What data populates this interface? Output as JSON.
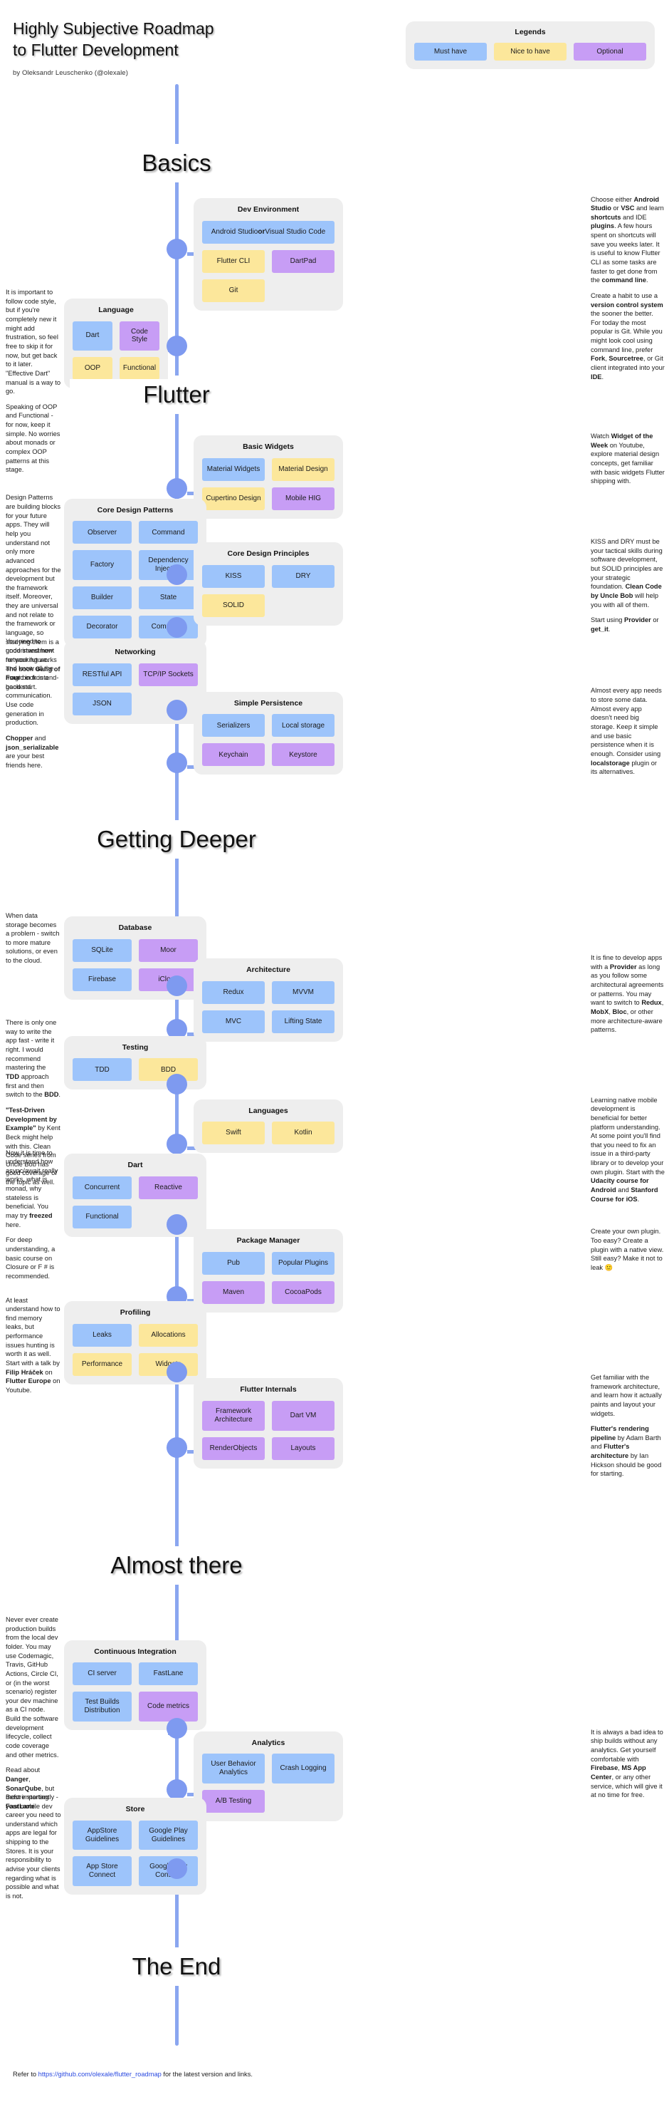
{
  "header": {
    "title": "Highly Subjective Roadmap to Flutter Development",
    "byline": "by Oleksandr Leuschenko (@olexale)"
  },
  "legend": {
    "title": "Legends",
    "items": [
      {
        "label": "Must have",
        "color": "#9DC4FB"
      },
      {
        "label": "Nice to have",
        "color": "#FCE79B"
      },
      {
        "label": "Optional",
        "color": "#C79DF5"
      }
    ]
  },
  "colors": {
    "must": "#9DC4FB",
    "nice": "#FCE79B",
    "optional": "#C79DF5",
    "card_bg": "#eeeeee",
    "spine": "#8AA6F0",
    "node": "#7E9AF0",
    "link": "#2b4ae0"
  },
  "sections": [
    {
      "name": "basics",
      "label": "Basics"
    },
    {
      "name": "flutter",
      "label": "Flutter"
    },
    {
      "name": "deeper",
      "label": "Getting Deeper"
    },
    {
      "name": "almost",
      "label": "Almost there"
    },
    {
      "name": "end",
      "label": "The End"
    }
  ],
  "cards": {
    "dev_environment": {
      "title": "Dev Environment",
      "chips": [
        {
          "label": "Android Studio or Visual Studio Code",
          "level": "must",
          "span": 2,
          "bold": "or"
        },
        {
          "label": "Flutter CLI",
          "level": "nice"
        },
        {
          "label": "DartPad",
          "level": "optional"
        },
        {
          "label": "Git",
          "level": "nice"
        }
      ]
    },
    "language": {
      "title": "Language",
      "chips": [
        {
          "label": "Dart",
          "level": "must"
        },
        {
          "label": "Code Style",
          "level": "optional"
        },
        {
          "label": "OOP",
          "level": "nice"
        },
        {
          "label": "Functional",
          "level": "nice"
        }
      ]
    },
    "basic_widgets": {
      "title": "Basic Widgets",
      "chips": [
        {
          "label": "Material Widgets",
          "level": "must"
        },
        {
          "label": "Material Design",
          "level": "nice"
        },
        {
          "label": "Cupertino Design",
          "level": "nice"
        },
        {
          "label": "Mobile HIG",
          "level": "optional"
        }
      ]
    },
    "core_design_patterns": {
      "title": "Core Design Patterns",
      "chips": [
        {
          "label": "Observer",
          "level": "must"
        },
        {
          "label": "Command",
          "level": "must"
        },
        {
          "label": "Factory",
          "level": "must"
        },
        {
          "label": "Dependency Injection",
          "level": "must"
        },
        {
          "label": "Builder",
          "level": "must"
        },
        {
          "label": "State",
          "level": "must"
        },
        {
          "label": "Decorator",
          "level": "must"
        },
        {
          "label": "Composite",
          "level": "must"
        }
      ]
    },
    "core_design_principles": {
      "title": "Core Design Principles",
      "chips": [
        {
          "label": "KISS",
          "level": "must"
        },
        {
          "label": "DRY",
          "level": "must"
        },
        {
          "label": "SOLID",
          "level": "nice"
        }
      ]
    },
    "networking": {
      "title": "Networking",
      "chips": [
        {
          "label": "RESTful API",
          "level": "must"
        },
        {
          "label": "TCP/IP Sockets",
          "level": "optional"
        },
        {
          "label": "JSON",
          "level": "must"
        }
      ]
    },
    "simple_persistence": {
      "title": "Simple Persistence",
      "chips": [
        {
          "label": "Serializers",
          "level": "must"
        },
        {
          "label": "Local storage",
          "level": "must"
        },
        {
          "label": "Keychain",
          "level": "optional"
        },
        {
          "label": "Keystore",
          "level": "optional"
        }
      ]
    },
    "database": {
      "title": "Database",
      "chips": [
        {
          "label": "SQLite",
          "level": "must"
        },
        {
          "label": "Moor",
          "level": "optional"
        },
        {
          "label": "Firebase",
          "level": "must"
        },
        {
          "label": "iCloud",
          "level": "optional"
        }
      ]
    },
    "architecture": {
      "title": "Architecture",
      "chips": [
        {
          "label": "Redux",
          "level": "must"
        },
        {
          "label": "MVVM",
          "level": "must"
        },
        {
          "label": "MVC",
          "level": "must"
        },
        {
          "label": "Lifting State",
          "level": "must"
        }
      ]
    },
    "testing": {
      "title": "Testing",
      "chips": [
        {
          "label": "TDD",
          "level": "must"
        },
        {
          "label": "BDD",
          "level": "nice"
        }
      ]
    },
    "languages": {
      "title": "Languages",
      "chips": [
        {
          "label": "Swift",
          "level": "nice"
        },
        {
          "label": "Kotlin",
          "level": "nice"
        }
      ]
    },
    "dart": {
      "title": "Dart",
      "chips": [
        {
          "label": "Concurrent",
          "level": "must"
        },
        {
          "label": "Reactive",
          "level": "optional"
        },
        {
          "label": "Functional",
          "level": "must"
        }
      ]
    },
    "package_manager": {
      "title": "Package Manager",
      "chips": [
        {
          "label": "Pub",
          "level": "must"
        },
        {
          "label": "Popular Plugins",
          "level": "must"
        },
        {
          "label": "Maven",
          "level": "optional"
        },
        {
          "label": "CocoaPods",
          "level": "optional"
        }
      ]
    },
    "profiling": {
      "title": "Profiling",
      "chips": [
        {
          "label": "Leaks",
          "level": "must"
        },
        {
          "label": "Allocations",
          "level": "nice"
        },
        {
          "label": "Performance",
          "level": "nice"
        },
        {
          "label": "Widgets",
          "level": "nice"
        }
      ]
    },
    "flutter_internals": {
      "title": "Flutter Internals",
      "chips": [
        {
          "label": "Framework Architecture",
          "level": "optional"
        },
        {
          "label": "Dart VM",
          "level": "optional"
        },
        {
          "label": "RenderObjects",
          "level": "optional"
        },
        {
          "label": "Layouts",
          "level": "optional"
        }
      ]
    },
    "continuous_integration": {
      "title": "Continuous Integration",
      "chips": [
        {
          "label": "CI server",
          "level": "must"
        },
        {
          "label": "FastLane",
          "level": "must"
        },
        {
          "label": "Test Builds Distribution",
          "level": "must"
        },
        {
          "label": "Code metrics",
          "level": "optional"
        }
      ]
    },
    "analytics": {
      "title": "Analytics",
      "chips": [
        {
          "label": "User Behavior Analytics",
          "level": "must"
        },
        {
          "label": "Crash Logging",
          "level": "must"
        },
        {
          "label": "A/B Testing",
          "level": "optional"
        }
      ]
    },
    "store": {
      "title": "Store",
      "chips": [
        {
          "label": "AppStore Guidelines",
          "level": "must"
        },
        {
          "label": "Google Play Guidelines",
          "level": "must"
        },
        {
          "label": "App Store Connect",
          "level": "must"
        },
        {
          "label": "Google Dev Console",
          "level": "must"
        }
      ]
    }
  },
  "notes": {
    "dev_env_1": "Choose either <b>Android Studio</b> or <b>VSC</b> and learn <b>shortcuts</b> and IDE <b>plugins</b>. A few hours spent on shortcuts will save you weeks later. It is useful to know Flutter CLI as some tasks are faster to get done from the <b>command line</b>.",
    "dev_env_2": "Create a habit to use a <b>version control system</b> the sooner the better. For today the most popular is Git. While you might look cool using command line, prefer <b>Fork</b>, <b>Sourcetree</b>, or Git client integrated into your <b>IDE</b>.",
    "language_1": "It is important to follow code style, but if you're completely new it might add frustration, so feel free to skip it for now, but get back to it later. \"Effective Dart\" manual is a way to go.",
    "language_2": "Speaking of OOP and Functional - for now, keep it simple. No worries about monads or complex OOP patterns at this stage.",
    "basic_widgets": "Watch <b>Widget of the Week</b> on Youtube, explore material design concepts, get familiar with basic widgets Flutter shipping with.",
    "patterns": "Design Patterns are building blocks for your future apps. They will help you understand not only more advanced approaches for the development but the framework itself. Moreover, they are universal and not relate to the framework or language, so studying them is a good investment for your future. The book <b>Gang of Four</b> book is a good start.",
    "principles": "KISS and DRY must be your tactical skills during software development, but SOLID principles are your strategic foundation. <b>Clean Code by Uncle Bob</b> will help you with all of them.",
    "provider": "Start using <b>Provider</b> or <b>get_it</b>.",
    "networking": "You need to understand how networking works and know all the magic in frontend-backend communication. Use code generation in production.",
    "networking2": "<b>Chopper</b> and <b>json_serializable</b> are your best friends here.",
    "persistence": "Almost every app needs to store some data. Almost every app doesn't need big storage. Keep it simple and use basic persistence when it is enough. Consider using <b>localstorage</b> plugin or its alternatives.",
    "database": "When data storage becomes a problem - switch to more mature solutions, or even to the cloud.",
    "architecture": "It is fine to develop apps with a <b>Provider</b> as long as you follow some architectural agreements or patterns. You may want to switch to <b>Redux</b>, <b>MobX</b>, <b>Bloc</b>, or other more architecture-aware patterns.",
    "testing_1": "There is only one way to write the app fast - write it right. I would recommend mastering the <b>TDD</b> approach first and then switch to the <b>BDD</b>.",
    "testing_2": "<b>\"Test-Driven Development by Example\"</b> by Kent Beck might help with this. Clean Code series from Uncle Bob has good coverage of the topic as well.",
    "languages": "Learning native mobile development is beneficial for better platform understanding. At some point you'll find that you need to fix an issue in a third-party library or to develop your own plugin. Start with the <b>Udacity course for Android</b> and <b>Stanford Course for iOS</b>.",
    "dart": "Now it is time to understand how async/await really works, what is monad, why stateless is beneficial. You may try <b>freezed</b> here.",
    "dart_2": "For deep understanding, a basic course on Closure or F # is recommended.",
    "package_manager": "Create your own plugin. Too easy? Create a plugin with a native view. Still easy? Make it not to leak 🙂",
    "profiling": "At least understand how to find memory leaks, but performance issues hunting is worth it as well. Start with a talk by <b>Filip Hráček</b> on <b>Flutter Europe</b> on Youtube.",
    "internals_1": "Get familiar with the framework architecture, and learn how it actually paints and layout your widgets.",
    "internals_2": "<b>Flutter's rendering pipeline</b> by Adam Barth and <b>Flutter's architecture</b> by Ian Hickson should be good for starting.",
    "ci": "Never ever create production builds from the local dev folder. You may use Codemagic, Travis, GitHub Actions, Circle CI, or (in the worst scenario) register your dev machine as a CI node. Build the software development lifecycle, collect code coverage and other metrics.",
    "ci_2": "Read about <b>Danger</b>, <b>SonarQube</b>, but most importantly - <b>FastLane</b>.",
    "analytics": "It is always a bad idea to ship builds without any analytics. Get yourself comfortable with <b>Firebase</b>, <b>MS App Center</b>, or any other service, which will give it at no time for free.",
    "store": "Before starting your mobile dev career you need to understand which apps are legal for shipping to the Stores. It is your responsibility to advise your clients regarding what is possible and what is not."
  },
  "footer": {
    "prefix": "Refer to ",
    "link": "https://github.com/olexale/flutter_roadmap",
    "suffix": " for the latest version and links."
  }
}
